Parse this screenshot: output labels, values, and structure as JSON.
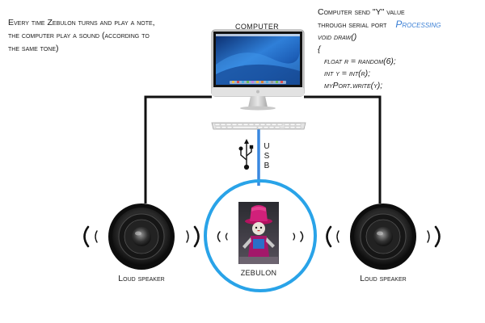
{
  "caption": {
    "lines": [
      "Every time Zebulon turns and play a note,",
      "the computer play a sound (according to",
      "the same tone)"
    ]
  },
  "computer": {
    "label": "COMPUTER"
  },
  "code": {
    "intro_line1": "Computer send \"Y\" value",
    "intro_line2": "through serial port",
    "language": "Processing",
    "lines": [
      "void draw()",
      "{",
      "float r = random(6);",
      "int y = int(r);",
      "myPort.write(y);"
    ]
  },
  "connection": {
    "label": "USB"
  },
  "speakers": [
    {
      "label": "Loud speaker"
    },
    {
      "label": "Loud speaker"
    }
  ],
  "robot": {
    "label": "ZEBULON"
  },
  "colors": {
    "usb_line": "#3a88e0",
    "ring": "#29a3e8",
    "accent_text": "#3a7fd5",
    "wire": "#111111",
    "robot_hat": "#d1207a"
  }
}
